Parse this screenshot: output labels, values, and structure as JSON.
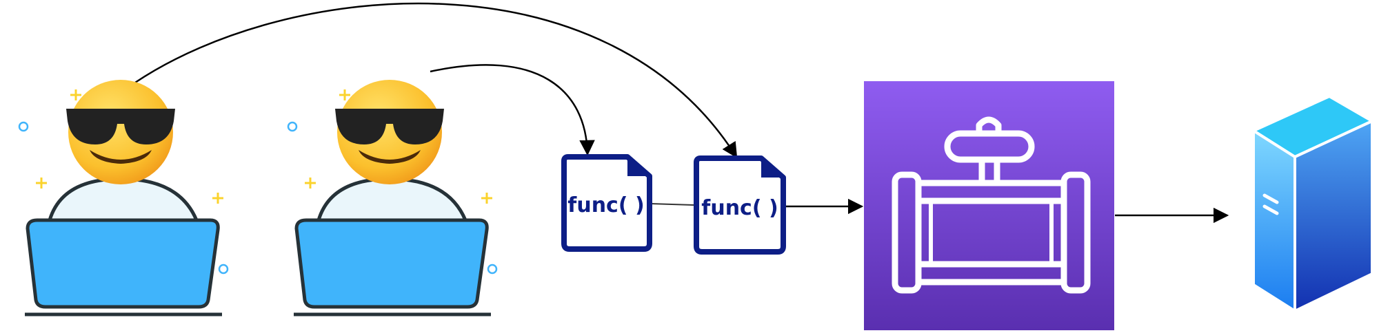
{
  "diagram": {
    "nodes": {
      "developer_1": {
        "icon": "developer-with-laptop-icon",
        "emoji": "smiling-face-with-sunglasses"
      },
      "developer_2": {
        "icon": "developer-with-laptop-icon",
        "emoji": "smiling-face-with-sunglasses"
      },
      "function_1": {
        "label": "func( )",
        "icon": "code-file-icon"
      },
      "function_2": {
        "label": "func( )",
        "icon": "code-file-icon"
      },
      "pipeline": {
        "icon": "pipeline-icon"
      },
      "server": {
        "icon": "server-icon"
      }
    },
    "edges": [
      {
        "from": "developer_1",
        "to": "function_2",
        "arrow": true
      },
      {
        "from": "developer_2",
        "to": "function_1",
        "arrow": true
      },
      {
        "from": "function_1",
        "to": "function_2",
        "arrow": false
      },
      {
        "from": "function_2",
        "to": "pipeline",
        "arrow": true
      },
      {
        "from": "pipeline",
        "to": "server",
        "arrow": true
      }
    ],
    "colors": {
      "laptop": "#40b4fb",
      "face": "#fbc02d",
      "func_border": "#0d1e86",
      "pipeline_top": "#8f5cf0",
      "pipeline_bottom": "#5a2fb0",
      "server_light": "#2ec8f7",
      "server_dark": "#1236c0"
    }
  }
}
